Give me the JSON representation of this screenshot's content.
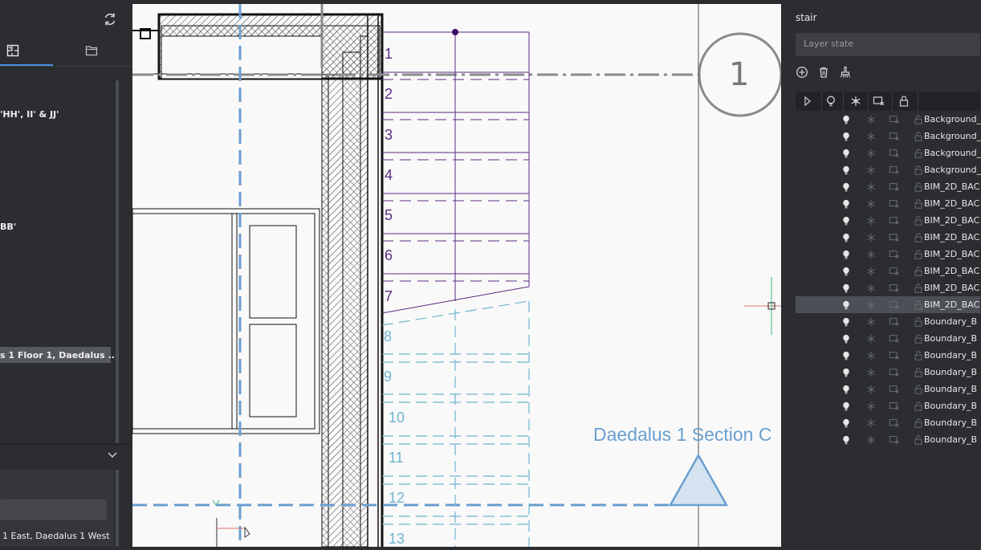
{
  "left_panel": {
    "tabs": [
      {
        "label": "",
        "icon": "floor-plan-icon",
        "active": true
      },
      {
        "label": "",
        "icon": "folder-icon",
        "active": false
      }
    ],
    "tree_items": [
      {
        "label": "'HH', II' & JJ'"
      },
      {
        "label": "BB'"
      },
      {
        "label": "s 1 Floor 1, Daedalus ...",
        "selected": true
      }
    ],
    "lower_value": "1 East, Daedalus 1 West"
  },
  "canvas": {
    "grid_bubble_label": "1",
    "section_label": "Daedalus 1 Section C",
    "stair_numbers": [
      "1",
      "2",
      "3",
      "4",
      "5",
      "6",
      "7",
      "8",
      "9",
      "10",
      "11",
      "12",
      "13"
    ],
    "colors": {
      "stair": "#5a2a82",
      "stair_below": "#6fb5cf",
      "grid": "#6a9fcf",
      "gridline_gray": "#8a8a8a"
    }
  },
  "right_panel": {
    "search_value": "stair",
    "layer_state_placeholder": "Layer state",
    "selected_index": 11,
    "layers": [
      "Background_",
      "Background_",
      "Background_",
      "Background_",
      "BIM_2D_BAC",
      "BIM_2D_BAC",
      "BIM_2D_BAC",
      "BIM_2D_BAC",
      "BIM_2D_BAC",
      "BIM_2D_BAC",
      "BIM_2D_BAC",
      "BIM_2D_BAC",
      "Boundary_B",
      "Boundary_B",
      "Boundary_B",
      "Boundary_B",
      "Boundary_B",
      "Boundary_B",
      "Boundary_B",
      "Boundary_B"
    ]
  }
}
